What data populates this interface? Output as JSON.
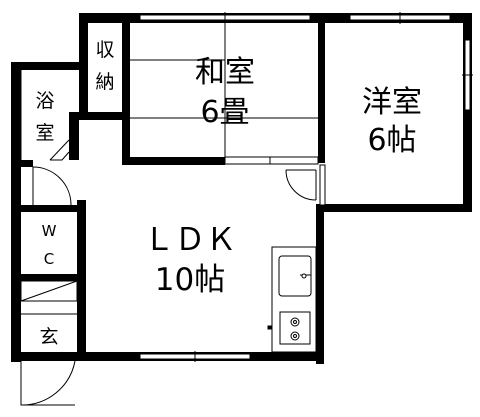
{
  "rooms": {
    "washitsu": {
      "line1": "和室",
      "line2": "6畳"
    },
    "youshitsu": {
      "line1": "洋室",
      "line2": "6帖"
    },
    "ldk": {
      "line1": "ＬＤＫ",
      "line2": "10帖"
    },
    "storage": {
      "line1": "収",
      "line2": "納"
    },
    "bath": {
      "line1": "浴",
      "line2": "室"
    },
    "wc": {
      "line1": "W",
      "line2": "C"
    },
    "entrance": {
      "label": "玄"
    }
  },
  "colors": {
    "wall": "#000000",
    "background": "#ffffff",
    "line": "#000000"
  }
}
